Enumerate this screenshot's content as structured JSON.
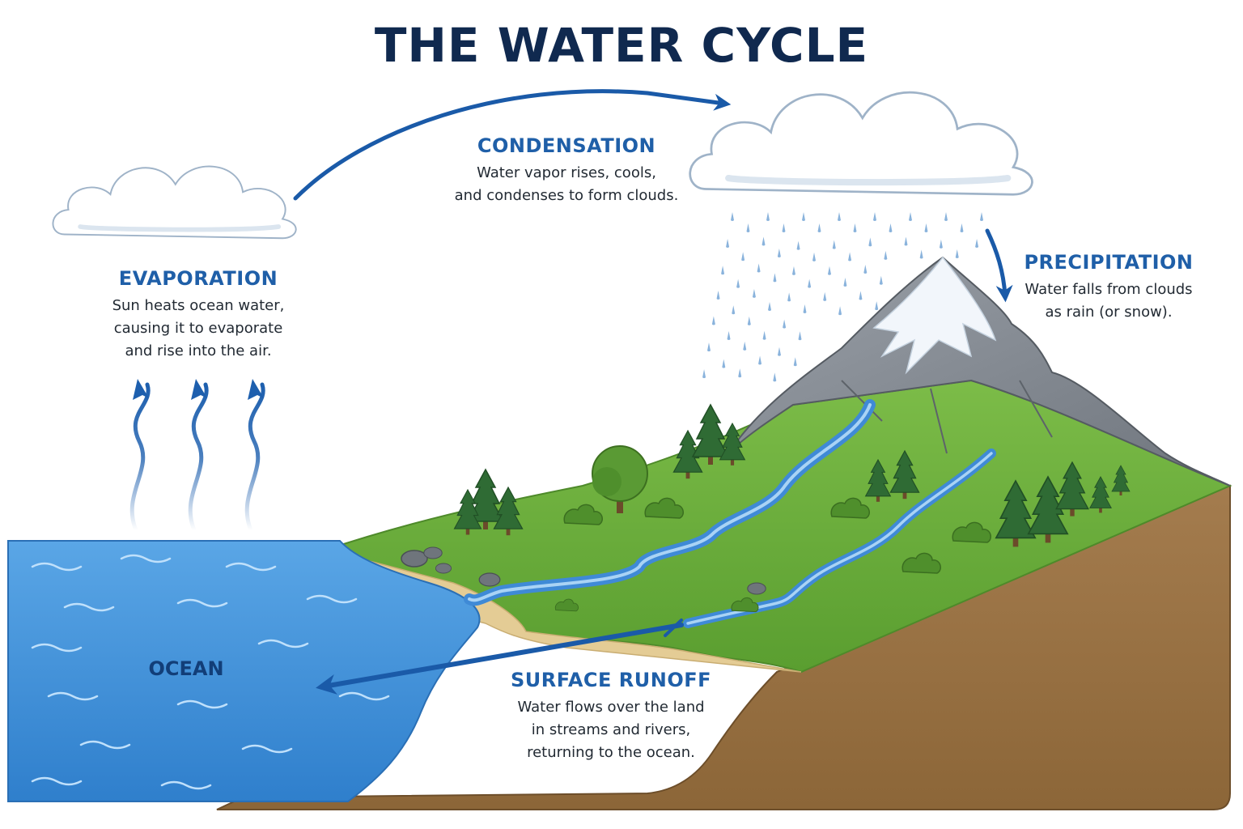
{
  "title": "THE WATER CYCLE",
  "stages": {
    "evaporation": {
      "heading": "EVAPORATION",
      "lines": [
        "Sun heats ocean water,",
        "causing it to evaporate",
        "and rise into the air."
      ]
    },
    "condensation": {
      "heading": "CONDENSATION",
      "lines": [
        "Water vapor rises, cools,",
        "and condenses to form clouds."
      ]
    },
    "precipitation": {
      "heading": "PRECIPITATION",
      "lines": [
        "Water falls from clouds",
        "as rain (or snow)."
      ]
    },
    "surface_runoff": {
      "heading": "SURFACE RUNOFF",
      "lines": [
        "Water flows over the land",
        "in streams and rivers,",
        "returning to the ocean."
      ]
    }
  },
  "ocean_label": "OCEAN",
  "colors": {
    "title": "#10294f",
    "heading": "#1f5fa8",
    "arrow": "#1a5aa8",
    "ocean": "#3f8fd6",
    "grass": "#6cae3c",
    "soil": "#9c7548",
    "mountain": "#8a8f96",
    "snow": "#f2f6fb"
  },
  "icons": [
    "cloud-icon",
    "rain-drop-icon",
    "tree-icon",
    "rock-icon",
    "vapor-arrow-icon"
  ]
}
